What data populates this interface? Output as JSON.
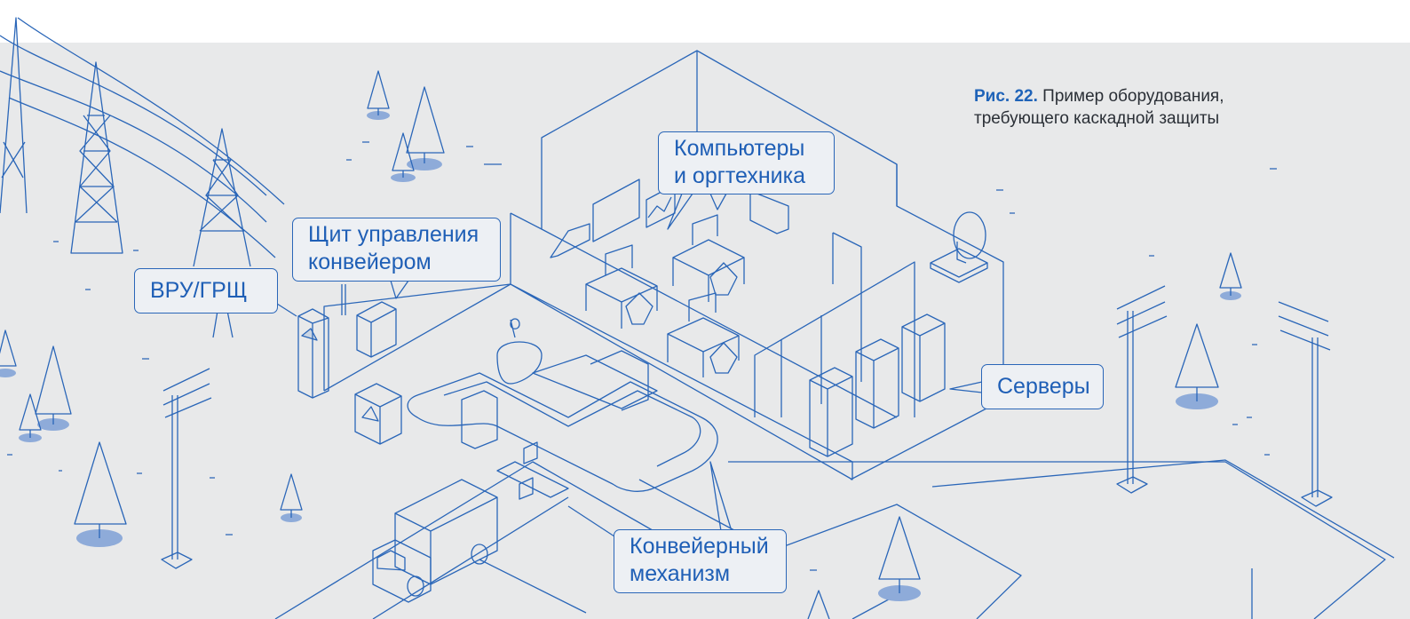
{
  "caption": {
    "fig_label": "Рис. 22.",
    "line1": "Пример оборудования,",
    "line2": "требующего каскадной защиты"
  },
  "callouts": {
    "vru": "ВРУ/ГРЩ",
    "conveyor_panel_line1": "Щит управления",
    "conveyor_panel_line2": "конвейером",
    "computers_line1": "Компьютеры",
    "computers_line2": "и оргтехника",
    "servers": "Серверы",
    "conveyor_line1": "Конвейерный",
    "conveyor_line2": "механизм"
  },
  "colors": {
    "line": "#2a66b8",
    "background": "#e8e9ea",
    "tree_shadow": "#8eabd9",
    "caption_accent": "#1f63b8"
  }
}
